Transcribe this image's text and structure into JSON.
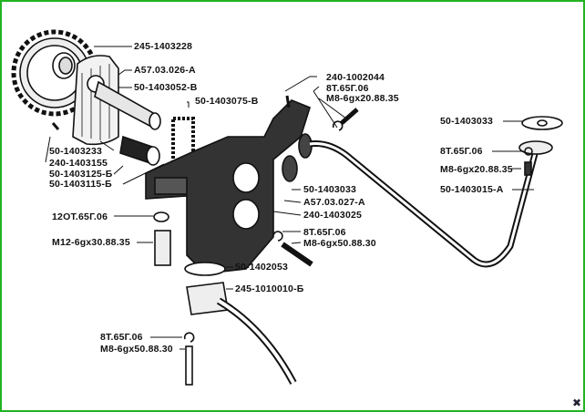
{
  "diagram": {
    "subject": "oil pump assembly exploded view",
    "frame_color": "#22b322",
    "ink_color": "#111111",
    "labels": [
      {
        "id": "gear-driven",
        "text": "245-1403228"
      },
      {
        "id": "bushing-cover",
        "text": "A57.03.026-A"
      },
      {
        "id": "shaft-drive",
        "text": "50-1403052-В"
      },
      {
        "id": "gear-pump",
        "text": "50-1403075-В"
      },
      {
        "id": "pin-cover",
        "text": "50-1403233"
      },
      {
        "id": "cover",
        "text": "240-1403155"
      },
      {
        "id": "gear-driven-small",
        "text": "50-1403125-Б"
      },
      {
        "id": "shaft-driven",
        "text": "50-1403115-Б"
      },
      {
        "id": "dowel-pin",
        "text": "240-1002044"
      },
      {
        "id": "washer-top",
        "text": "8T.65Г.06"
      },
      {
        "id": "bolt-top",
        "text": "M8-6gx20.88.35"
      },
      {
        "id": "gasket-right",
        "text": "50-1403033"
      },
      {
        "id": "washer-right",
        "text": "8T.65Г.06"
      },
      {
        "id": "bolt-right",
        "text": "M8-6gx20.88.35"
      },
      {
        "id": "oil-tube",
        "text": "50-1403015-A"
      },
      {
        "id": "gasket-body",
        "text": "50-1403033"
      },
      {
        "id": "bushing-body",
        "text": "A57.03.027-A"
      },
      {
        "id": "pump-body",
        "text": "240-1403025"
      },
      {
        "id": "washer-body",
        "text": "8T.65Г.06"
      },
      {
        "id": "bolt-body",
        "text": "M8-6gx50.88.30"
      },
      {
        "id": "washer-large",
        "text": "12OT.65Г.06"
      },
      {
        "id": "bolt-large",
        "text": "M12-6gx30.88.35"
      },
      {
        "id": "gasket-intake",
        "text": "50-1402053"
      },
      {
        "id": "intake-pipe",
        "text": "245-1010010-Б"
      },
      {
        "id": "washer-bottom",
        "text": "8T.65Г.06"
      },
      {
        "id": "bolt-bottom",
        "text": "M8-6gx50.88.30"
      }
    ]
  }
}
